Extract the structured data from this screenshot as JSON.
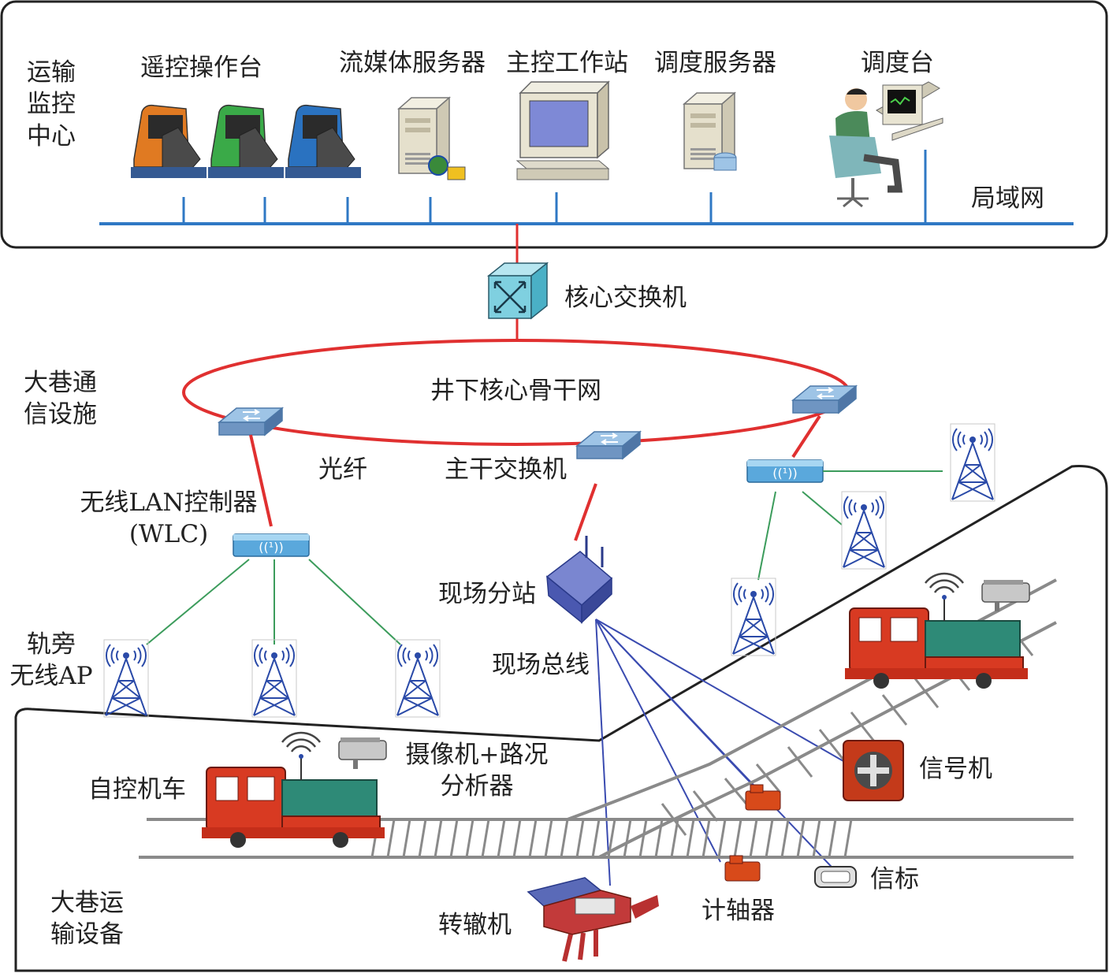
{
  "center": {
    "title_lines": [
      "运输",
      "监控",
      "中心"
    ],
    "lan_label": "局域网",
    "devices": {
      "remote_console": "遥控操作台",
      "media_server": "流媒体服务器",
      "main_workstation": "主控工作站",
      "dispatch_server": "调度服务器",
      "dispatch_desk": "调度台"
    }
  },
  "core_switch_label": "核心交换机",
  "backbone_label": "井下核心骨干网",
  "comm_section_lines": [
    "大巷通",
    "信设施"
  ],
  "fiber_label": "光纤",
  "trunk_switch_label": "主干交换机",
  "wlc_label_lines": [
    "无线LAN控制器",
    "(WLC)"
  ],
  "trackside_ap_lines": [
    "轨旁",
    "无线AP"
  ],
  "field_station_label": "现场分站",
  "field_bus_label": "现场总线",
  "camera_label_lines": [
    "摄像机+路况",
    "分析器"
  ],
  "auto_loco_label": "自控机车",
  "signal_label": "信号机",
  "axle_counter_label": "计轴器",
  "beacon_label": "信标",
  "switch_machine_label": "转辙机",
  "transport_section_lines": [
    "大巷运",
    "输设备"
  ],
  "colors": {
    "lan_line": "#2f78c4",
    "fiber_ring": "#e03030",
    "wireless_link": "#3c9c5c",
    "field_bus": "#3a4bb0",
    "locomotive": "#d83a22",
    "loco_body": "#2e8a77"
  }
}
